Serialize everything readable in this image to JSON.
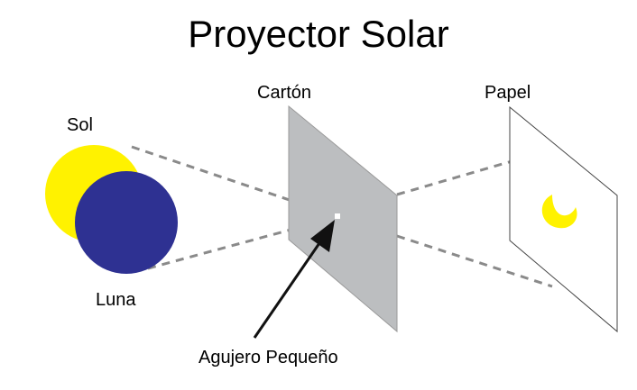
{
  "title": "Proyector Solar",
  "labels": {
    "sol": "Sol",
    "luna": "Luna",
    "carton": "Cartón",
    "papel": "Papel",
    "agujero": "Agujero Pequeño"
  },
  "colors": {
    "sun": "#fff200",
    "moon": "#2e3192",
    "cardboard": "#bcbec0",
    "paper": "#ffffff",
    "ray": "#8a8a8a",
    "crescent": "#fff200"
  }
}
